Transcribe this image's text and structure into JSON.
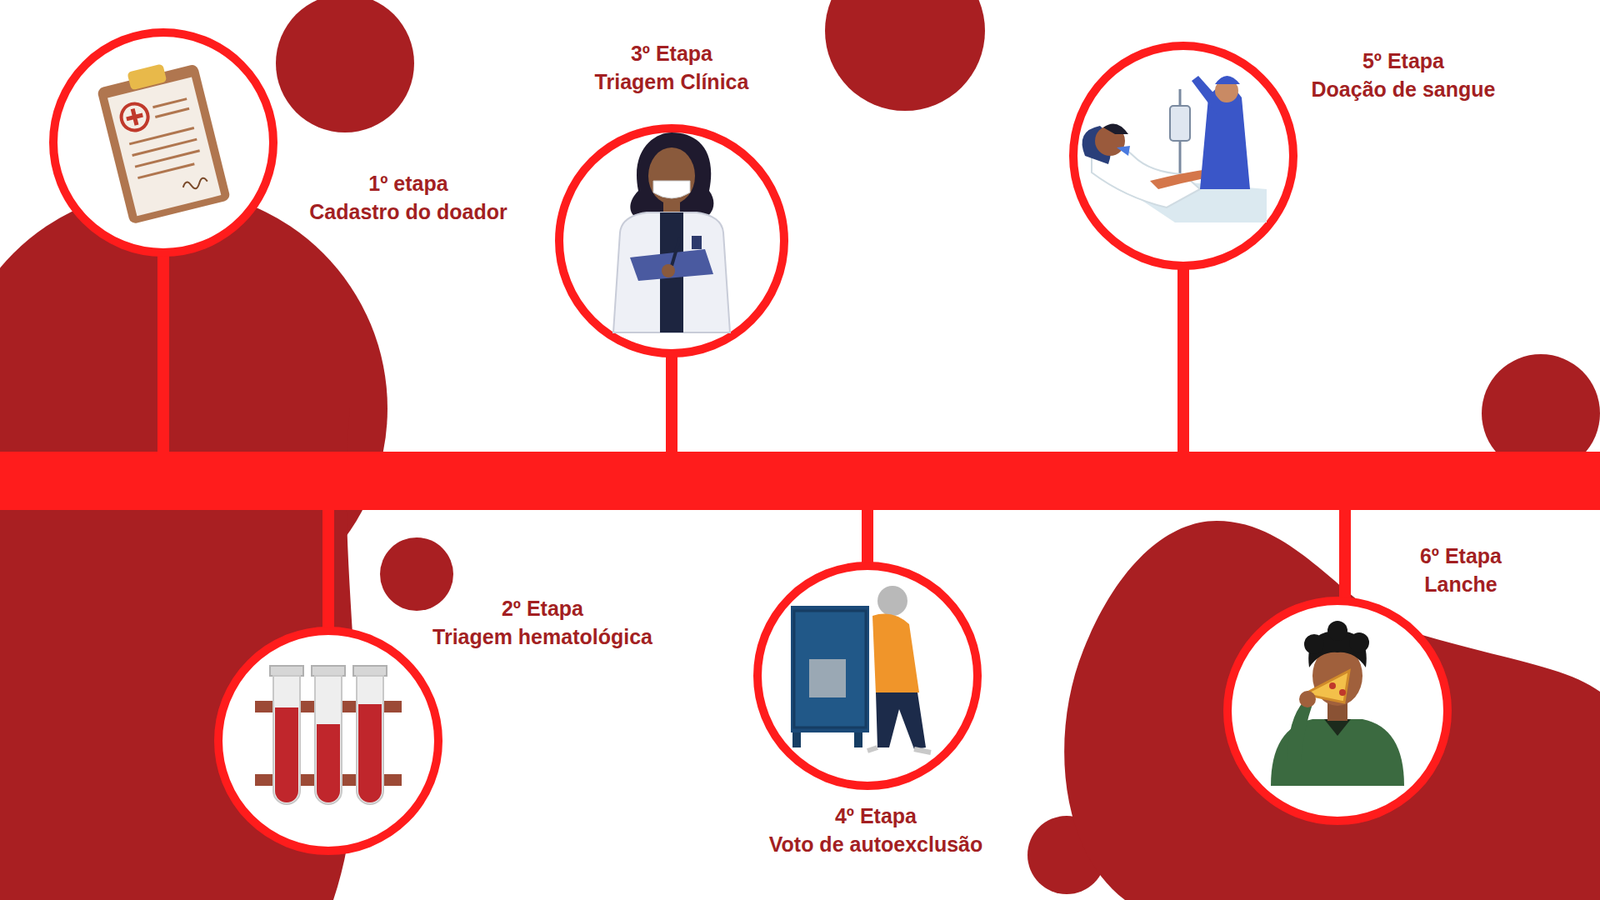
{
  "diagram": {
    "nodes": [
      {
        "text": [
          "1º etapa",
          "Cadastro do doador"
        ]
      },
      {
        "text": [
          "2º Etapa",
          "Triagem hematológica"
        ]
      },
      {
        "text": [
          "3º Etapa",
          "Triagem Clínica"
        ]
      },
      {
        "text": [
          "4º Etapa",
          "Voto de autoexclusão"
        ]
      },
      {
        "text": [
          "5º Etapa",
          "Doação de sangue"
        ]
      },
      {
        "text": [
          "6º Etapa",
          "Lanche"
        ]
      }
    ]
  }
}
